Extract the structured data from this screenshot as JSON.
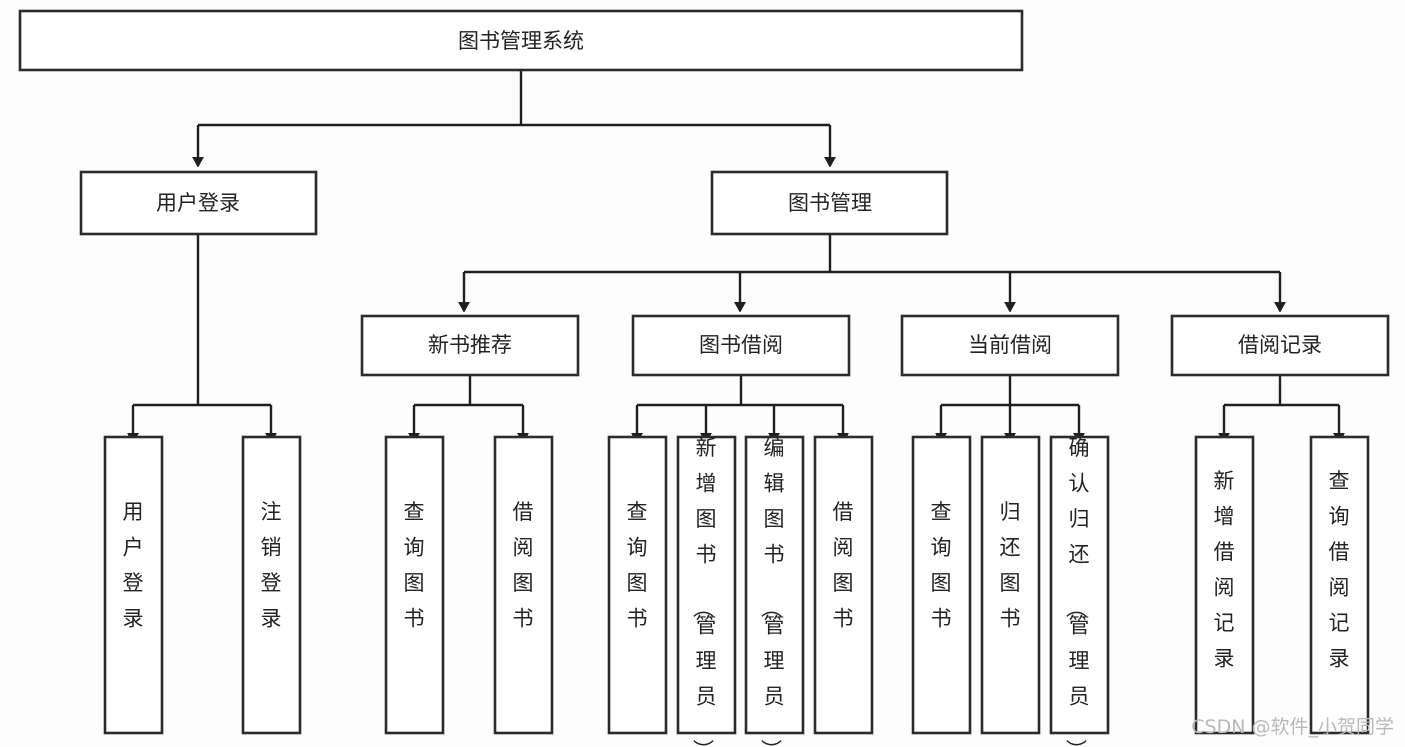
{
  "diagram": {
    "title": "图书管理系统",
    "type": "tree-hierarchy-chart",
    "orientation": "top-down",
    "colors": {
      "box_fill": "#ffffff",
      "box_stroke": "#2b2b2b",
      "connector": "#1f1f1f",
      "text": "#232323",
      "background": "#fdfdfd",
      "watermark": "#b9b9b9"
    },
    "root": {
      "label": "图书管理系统"
    },
    "level1": [
      {
        "label": "用户登录"
      },
      {
        "label": "图书管理"
      }
    ],
    "level2": [
      {
        "label": "新书推荐"
      },
      {
        "label": "图书借阅"
      },
      {
        "label": "当前借阅"
      },
      {
        "label": "借阅记录"
      }
    ],
    "leaves": {
      "user_login": [
        {
          "label": "用户登录"
        },
        {
          "label": "注销登录"
        }
      ],
      "new_book_recommend": [
        {
          "label": "查询图书"
        },
        {
          "label": "借阅图书"
        }
      ],
      "book_borrow": [
        {
          "label": "查询图书"
        },
        {
          "label": "新增图书（管理员）"
        },
        {
          "label": "编辑图书（管理员）"
        },
        {
          "label": "借阅图书"
        }
      ],
      "current_borrow": [
        {
          "label": "查询图书"
        },
        {
          "label": "归还图书"
        },
        {
          "label": "确认归还（管理员）"
        }
      ],
      "borrow_record": [
        {
          "label": "新增借阅记录"
        },
        {
          "label": "查询借阅记录"
        }
      ]
    },
    "watermark": "CSDN @软件_小贺同学"
  }
}
